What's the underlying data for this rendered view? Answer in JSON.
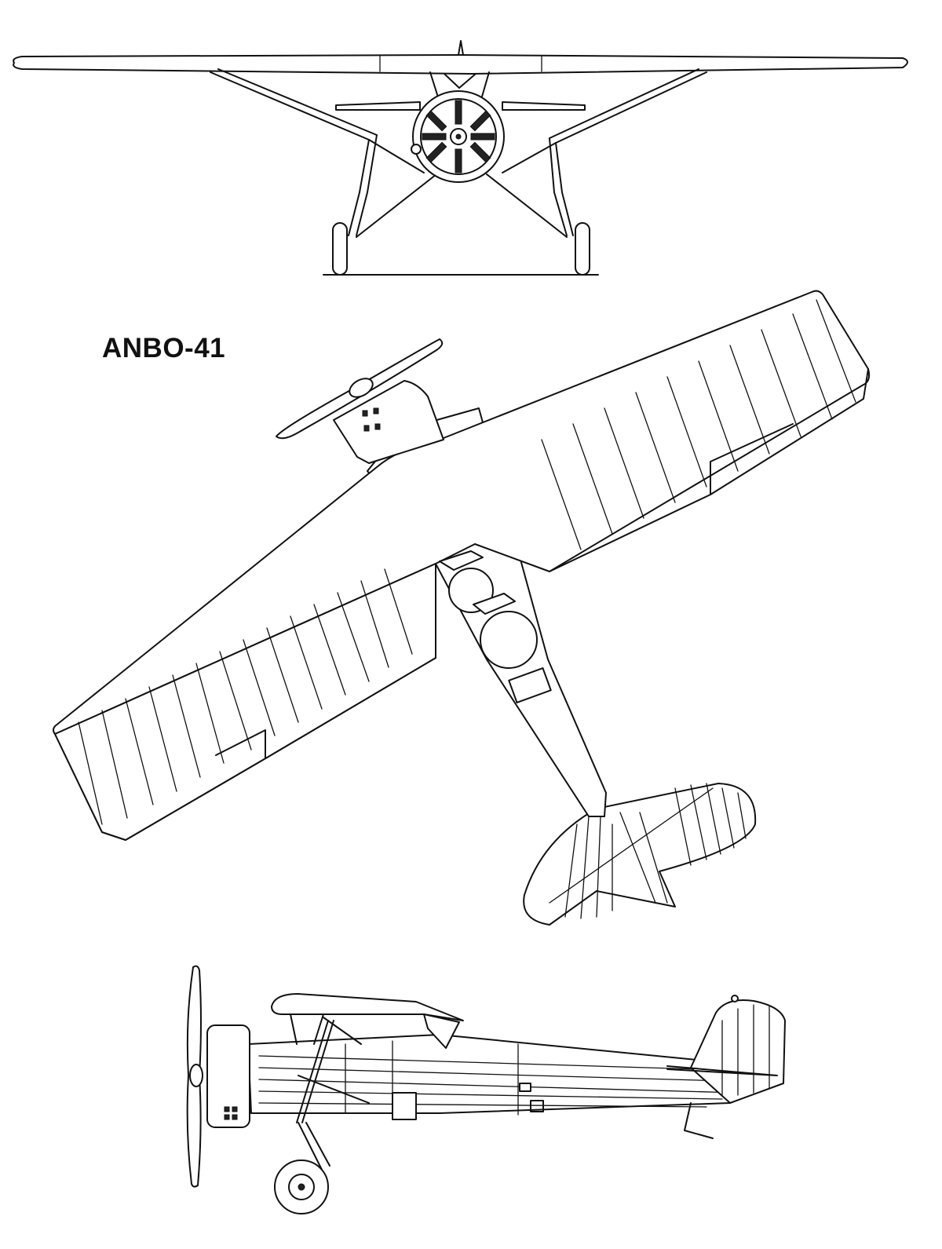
{
  "drawing": {
    "title": "ANBO-41",
    "views": [
      "front-view",
      "top-view",
      "side-view"
    ],
    "colors": {
      "ink": "#111111",
      "paper": "#ffffff"
    }
  }
}
